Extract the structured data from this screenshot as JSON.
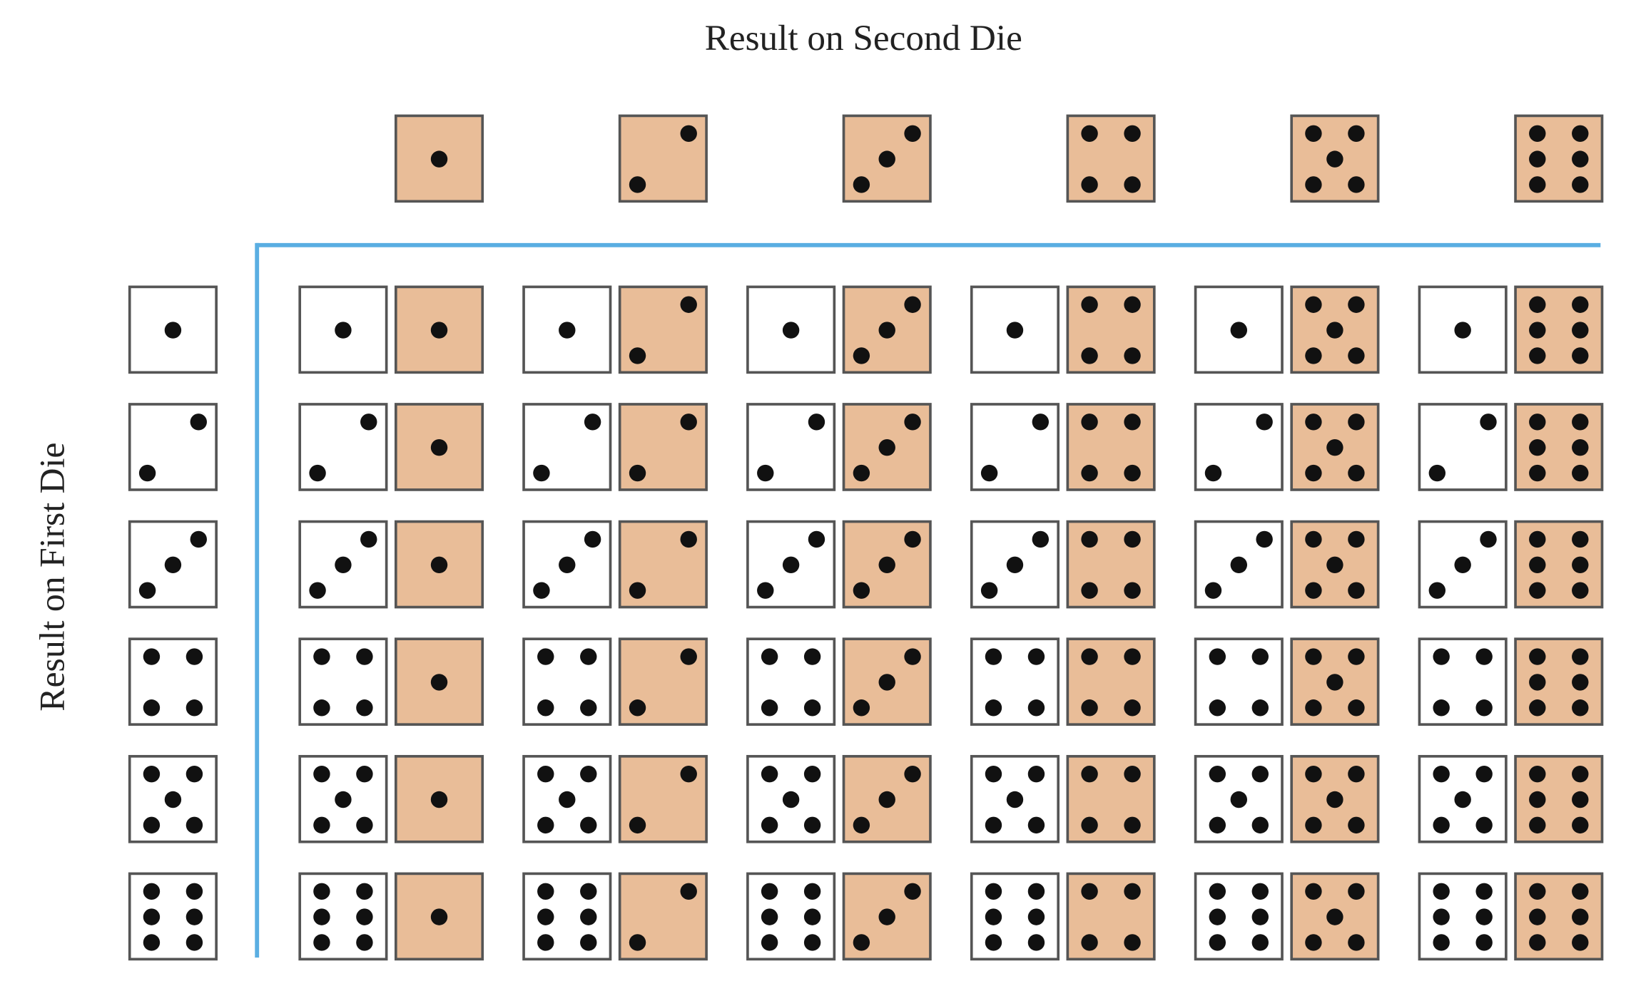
{
  "title": "Result on Second Die",
  "ylabel": "Result on First Die",
  "second_die_values": [
    1,
    2,
    3,
    4,
    5,
    6
  ],
  "first_die_values": [
    1,
    2,
    3,
    4,
    5,
    6
  ],
  "colors": {
    "second_die_fill": "#e9bd98",
    "first_die_fill": "#ffffff",
    "die_border": "#555555",
    "pip": "#111111",
    "axis_line": "#5aaee2"
  }
}
